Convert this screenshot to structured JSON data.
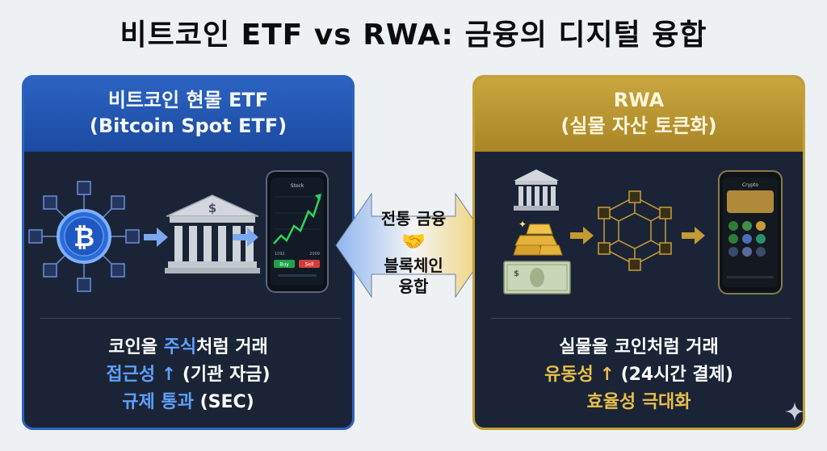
{
  "title": "비트코인 ETF vs RWA: 금융의 디지털 융합",
  "left": {
    "heading": "비트코인 현물 ETF",
    "subheading": "(Bitcoin Spot ETF)",
    "bank_symbol": "$",
    "bitcoin_symbol": "₿",
    "phone": {
      "screen_title": "Stock",
      "stat_1": "1092",
      "stat_2": "2009",
      "buy_label": "Buy",
      "sell_label": "Sell"
    },
    "line1_pre": "코인을 ",
    "line1_hl": "주식",
    "line1_post": "처럼 거래",
    "line2_hl": "접근성 ↑",
    "line2_post": " (기관 자금)",
    "line3_hl": "규제 통과",
    "line3_post": " (SEC)"
  },
  "middle": {
    "line1": "전통 금융",
    "line2": "블록체인",
    "line3": "융합",
    "handshake_icon": "🤝"
  },
  "right": {
    "heading": "RWA",
    "subheading": "(실물 자산 토큰화)",
    "banknote_symbol": "$",
    "phone": {
      "screen_title": "Crypto"
    },
    "line1": "실물을 코인처럼 거래",
    "line2_hl": "유동성 ↑",
    "line2_post": " (24시간 결제)",
    "line3_hl": "효율성 극대화"
  },
  "colors": {
    "left_accent": "#2c62c2",
    "right_accent": "#c4a137",
    "panel_bg": "#1b2436",
    "highlight_blue": "#5ea0ff",
    "highlight_gold": "#e8bf4a"
  }
}
